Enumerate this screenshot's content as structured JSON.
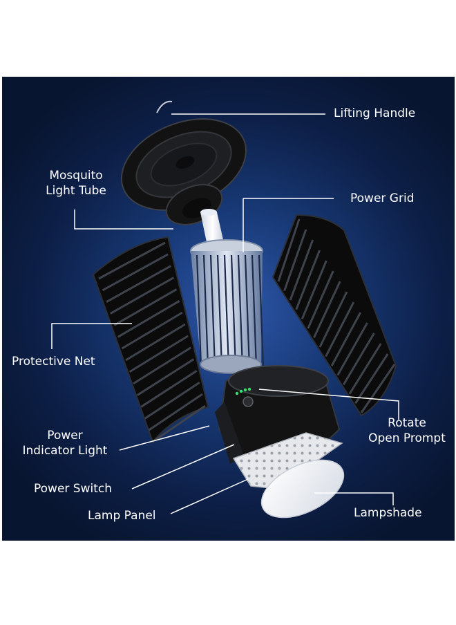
{
  "labels": {
    "lifting_handle": "Lifting Handle",
    "mosquito_light_tube": [
      "Mosquito",
      "Light Tube"
    ],
    "power_grid": "Power Grid",
    "protective_net": "Protective Net",
    "rotate_open_prompt": [
      "Rotate",
      "Open Prompt"
    ],
    "power_indicator_light": [
      "Power",
      "Indicator Light"
    ],
    "power_switch": "Power Switch",
    "lamp_panel": "Lamp Panel",
    "lampshade": "Lampshade"
  },
  "colors": {
    "background_dark": "#0d1f47",
    "background_glow": "#2d56a8",
    "label_text": "#ffffff",
    "leader_line": "#ffffff",
    "device_body": "#141414",
    "indicator_led": "#35e06a"
  }
}
